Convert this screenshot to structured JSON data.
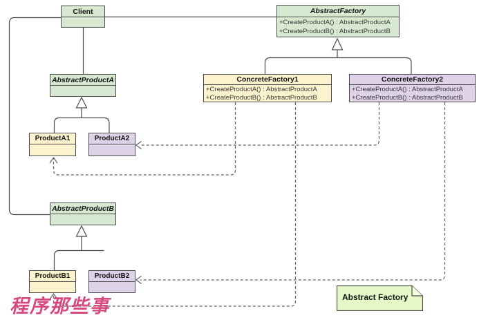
{
  "diagram_type": "uml-class-diagram",
  "pattern": "Abstract Factory",
  "colors": {
    "abstract_fill": "#d8e9d2",
    "variant1_fill": "#fdf2ce",
    "variant2_fill": "#ded2e8",
    "note_fill": "#e5fac6",
    "border": "#4a4a4a",
    "dashed_line": "#616161",
    "watermark": "#d6487e"
  },
  "classes": {
    "client": {
      "name": "Client",
      "methods": []
    },
    "abstract_factory": {
      "name": "AbstractFactory",
      "methods": [
        "+CreateProductA() : AbstractProductA",
        "+CreateProductB() : AbstractProductB"
      ]
    },
    "concrete_factory1": {
      "name": "ConcreteFactory1",
      "methods": [
        "+CreateProductA() : AbstractProductA",
        "+CreateProductB() : AbstractProductB"
      ]
    },
    "concrete_factory2": {
      "name": "ConcreteFactory2",
      "methods": [
        "+CreateProductA() : AbstractProductA",
        "+CreateProductB() : AbstractProductB"
      ]
    },
    "abstract_product_a": {
      "name": "AbstractProductA",
      "methods": []
    },
    "product_a1": {
      "name": "ProductA1",
      "methods": []
    },
    "product_a2": {
      "name": "ProductA2",
      "methods": []
    },
    "abstract_product_b": {
      "name": "AbstractProductB",
      "methods": []
    },
    "product_b1": {
      "name": "ProductB1",
      "methods": []
    },
    "product_b2": {
      "name": "ProductB2",
      "methods": []
    }
  },
  "relations": [
    {
      "from": "Client",
      "to": "AbstractFactory",
      "type": "association"
    },
    {
      "from": "Client",
      "to": "AbstractProductA",
      "type": "association"
    },
    {
      "from": "Client",
      "to": "AbstractProductB",
      "type": "association"
    },
    {
      "from": "ConcreteFactory1",
      "to": "AbstractFactory",
      "type": "generalization"
    },
    {
      "from": "ConcreteFactory2",
      "to": "AbstractFactory",
      "type": "generalization"
    },
    {
      "from": "ProductA1",
      "to": "AbstractProductA",
      "type": "generalization"
    },
    {
      "from": "ProductA2",
      "to": "AbstractProductA",
      "type": "generalization"
    },
    {
      "from": "ProductB1",
      "to": "AbstractProductB",
      "type": "generalization"
    },
    {
      "from": "ProductB2",
      "to": "AbstractProductB",
      "type": "generalization"
    },
    {
      "from": "ConcreteFactory1",
      "to": "ProductA1",
      "type": "dependency"
    },
    {
      "from": "ConcreteFactory1",
      "to": "ProductB1",
      "type": "dependency"
    },
    {
      "from": "ConcreteFactory2",
      "to": "ProductA2",
      "type": "dependency"
    },
    {
      "from": "ConcreteFactory2",
      "to": "ProductB2",
      "type": "dependency"
    }
  ],
  "note": {
    "label": "Abstract Factory"
  },
  "watermark": {
    "text": "程序那些事"
  }
}
